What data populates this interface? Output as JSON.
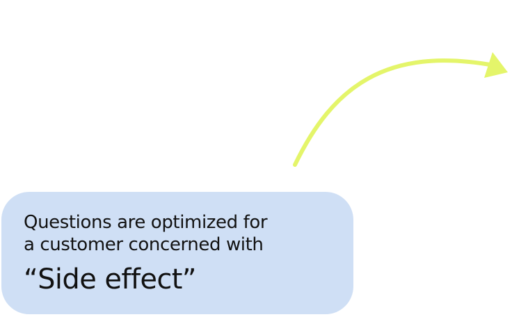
{
  "callout": {
    "line1": "Questions are optimized for",
    "line2": "a customer concerned with",
    "highlight": "“Side effect”"
  },
  "colors": {
    "background": "#ffffff",
    "callout_bg": "#cfdff5",
    "text": "#111111",
    "arrow": "#e4f56a"
  },
  "icons": {
    "arrow": "curved-arrow-icon"
  }
}
